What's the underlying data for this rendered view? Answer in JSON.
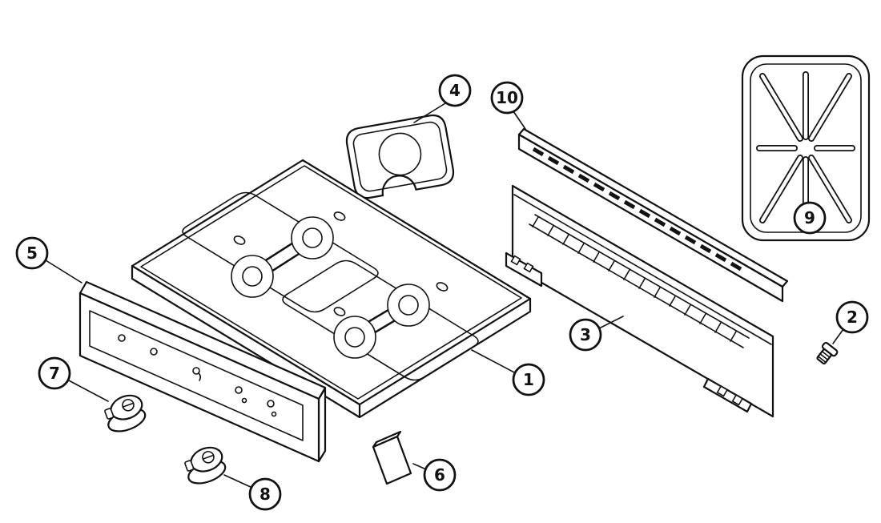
{
  "colors": {
    "background": "#ffffff",
    "line": "#111111"
  },
  "callouts": [
    {
      "num": "1",
      "part": "main-top-panel"
    },
    {
      "num": "2",
      "part": "screw"
    },
    {
      "num": "3",
      "part": "body-side-panel"
    },
    {
      "num": "4",
      "part": "burner-bowl-plate"
    },
    {
      "num": "5",
      "part": "control-panel"
    },
    {
      "num": "6",
      "part": "spacer-block"
    },
    {
      "num": "7",
      "part": "control-knob"
    },
    {
      "num": "8",
      "part": "control-knob"
    },
    {
      "num": "9",
      "part": "burner-grate"
    },
    {
      "num": "10",
      "part": "vent-trim-rail"
    }
  ]
}
